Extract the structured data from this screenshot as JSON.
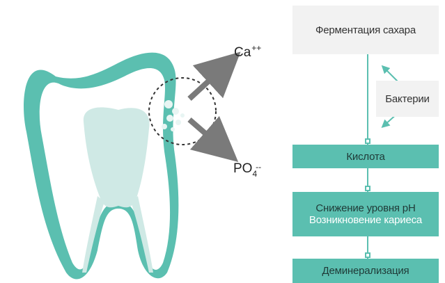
{
  "colors": {
    "teal": "#5bbfb0",
    "teal_light": "#cfe9e5",
    "grey_box": "#f2f2f2",
    "arrow_grey": "#7a7a7a"
  },
  "ions": {
    "calcium": {
      "base": "Ca",
      "charge": "++"
    },
    "phosphate": {
      "base": "PO",
      "subscript": "4",
      "charge": "--"
    }
  },
  "flow": {
    "step1": "Ферментация сахара",
    "step2": "Бактерии",
    "step3": "Кислота",
    "step4_line1": "Снижение уровня pH",
    "step4_line2": "Возникновение кариеса",
    "step5": "Деминерализация"
  },
  "icons": {
    "tooth": "tooth-cross-section-icon",
    "lesion": "dashed-circle-magnifier-icon"
  }
}
